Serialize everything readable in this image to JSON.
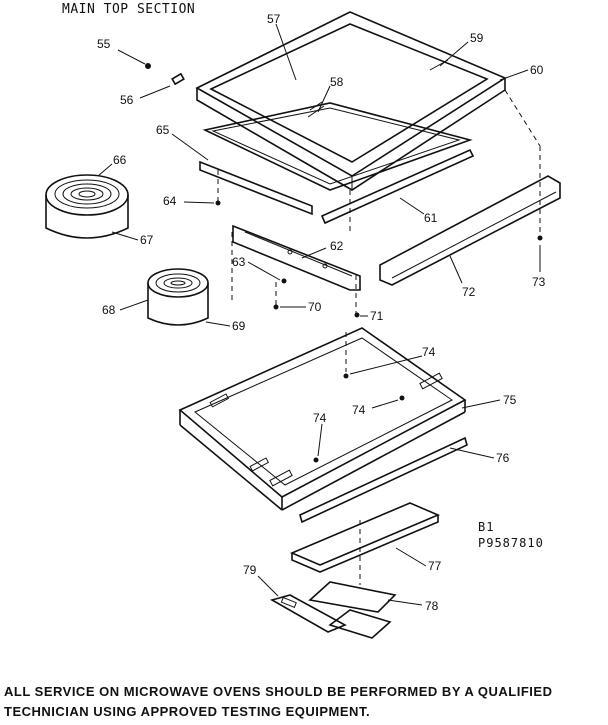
{
  "header": {
    "title": "MAIN TOP SECTION"
  },
  "code_block": {
    "line1": "B1",
    "line2": "P9587810"
  },
  "footer": {
    "line1": "ALL SERVICE ON MICROWAVE OVENS SHOULD BE PERFORMED BY A QUALIFIED",
    "line2": "TECHNICIAN USING APPROVED TESTING EQUIPMENT."
  },
  "callouts": {
    "c55": "55",
    "c56": "56",
    "c57": "57",
    "c58": "58",
    "c59": "59",
    "c60": "60",
    "c61": "61",
    "c62": "62",
    "c63": "63",
    "c64": "64",
    "c65": "65",
    "c66": "66",
    "c67": "67",
    "c68": "68",
    "c69": "69",
    "c70": "70",
    "c71": "71",
    "c72": "72",
    "c73": "73",
    "c74a": "74",
    "c74b": "74",
    "c74c": "74",
    "c75": "75",
    "c76": "76",
    "c77": "77",
    "c78": "78",
    "c79": "79"
  }
}
